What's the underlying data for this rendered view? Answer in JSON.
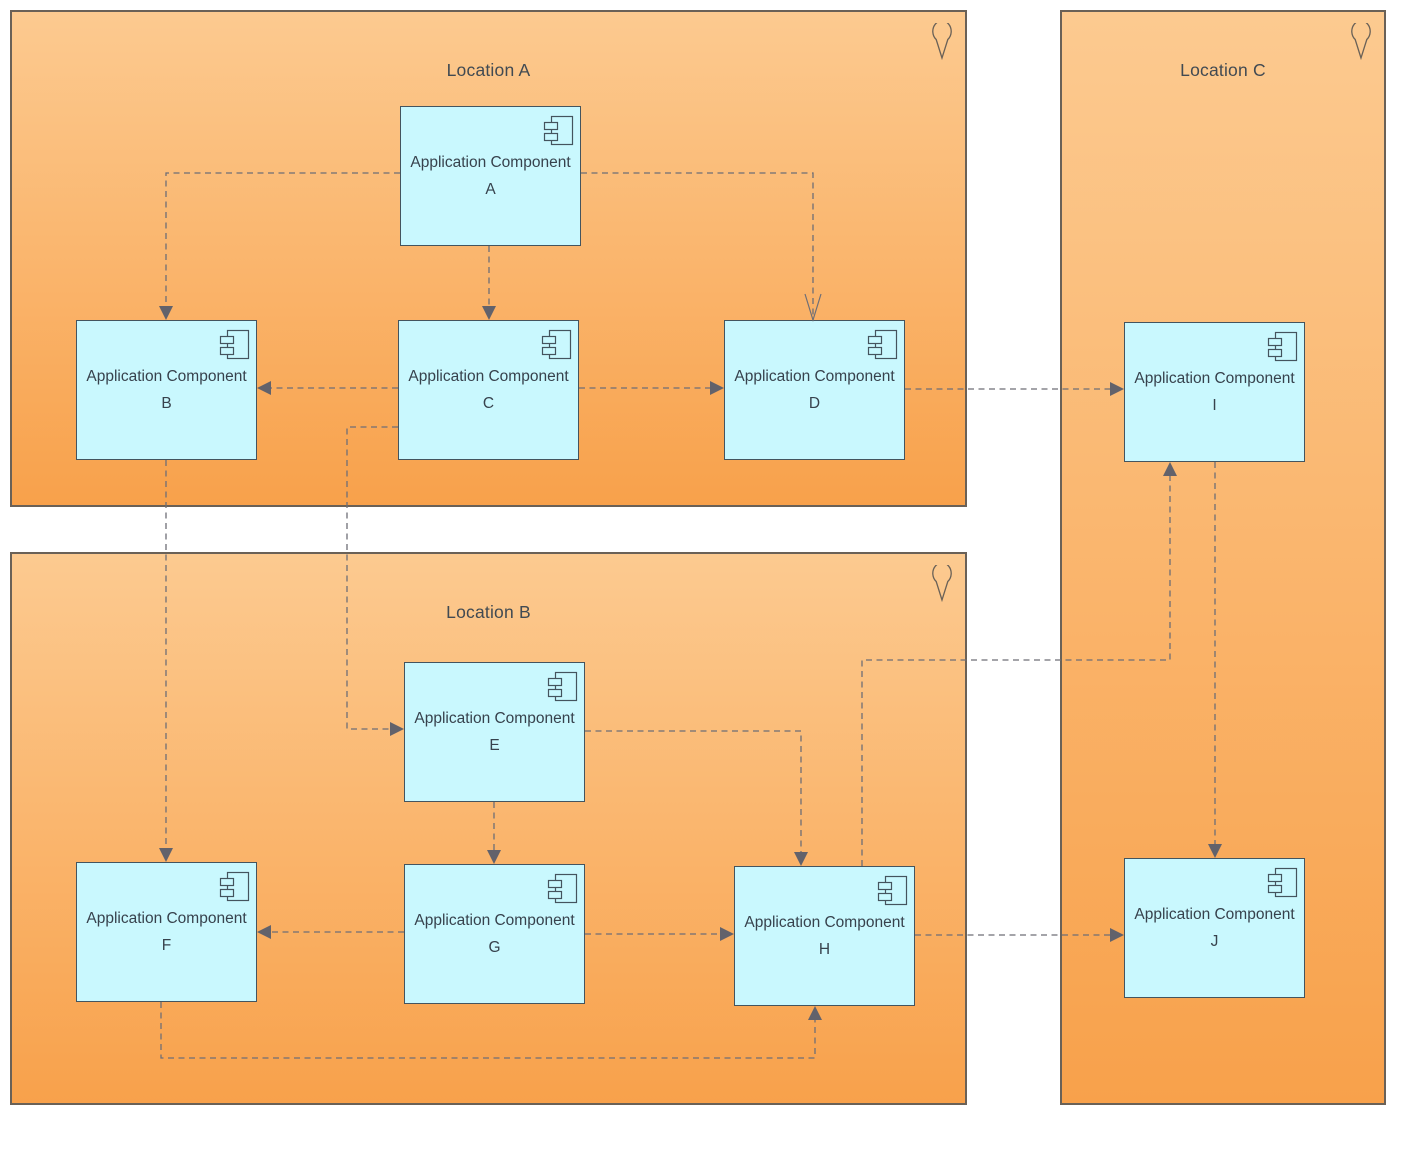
{
  "diagram": {
    "locations": [
      {
        "id": "loc-a",
        "name": "Location A"
      },
      {
        "id": "loc-b",
        "name": "Location B"
      },
      {
        "id": "loc-c",
        "name": "Location C"
      }
    ],
    "components": [
      {
        "id": "a",
        "name": "Application Component",
        "letter": "A",
        "location": "loc-a"
      },
      {
        "id": "b",
        "name": "Application Component",
        "letter": "B",
        "location": "loc-a"
      },
      {
        "id": "c",
        "name": "Application Component",
        "letter": "C",
        "location": "loc-a"
      },
      {
        "id": "d",
        "name": "Application Component",
        "letter": "D",
        "location": "loc-a"
      },
      {
        "id": "e",
        "name": "Application Component",
        "letter": "E",
        "location": "loc-b"
      },
      {
        "id": "f",
        "name": "Application Component",
        "letter": "F",
        "location": "loc-b"
      },
      {
        "id": "g",
        "name": "Application Component",
        "letter": "G",
        "location": "loc-b"
      },
      {
        "id": "h",
        "name": "Application Component",
        "letter": "H",
        "location": "loc-b"
      },
      {
        "id": "i",
        "name": "Application Component",
        "letter": "I",
        "location": "loc-c"
      },
      {
        "id": "j",
        "name": "Application Component",
        "letter": "J",
        "location": "loc-c"
      }
    ],
    "connections": [
      {
        "from": "a",
        "to": "b",
        "line": "dashed",
        "arrow": "filled"
      },
      {
        "from": "a",
        "to": "c",
        "line": "dashed",
        "arrow": "filled"
      },
      {
        "from": "a",
        "to": "d",
        "line": "dashed",
        "arrow": "open"
      },
      {
        "from": "c",
        "to": "b",
        "line": "dashed",
        "arrow": "filled"
      },
      {
        "from": "c",
        "to": "d",
        "line": "dashed",
        "arrow": "filled"
      },
      {
        "from": "d",
        "to": "i",
        "line": "dashed",
        "arrow": "filled"
      },
      {
        "from": "b",
        "to": "f",
        "line": "dashed",
        "arrow": "filled"
      },
      {
        "from": "c",
        "to": "e",
        "line": "dashed",
        "arrow": "filled"
      },
      {
        "from": "e",
        "to": "g",
        "line": "dashed",
        "arrow": "filled"
      },
      {
        "from": "e",
        "to": "h",
        "line": "dashed",
        "arrow": "filled"
      },
      {
        "from": "g",
        "to": "f",
        "line": "dashed",
        "arrow": "filled"
      },
      {
        "from": "g",
        "to": "h",
        "line": "dashed",
        "arrow": "filled"
      },
      {
        "from": "h",
        "to": "j",
        "line": "dashed",
        "arrow": "filled"
      },
      {
        "from": "f",
        "to": "h",
        "line": "dashed",
        "arrow": "filled"
      },
      {
        "from": "h",
        "to": "i",
        "line": "dashed",
        "arrow": "filled"
      },
      {
        "from": "i",
        "to": "j",
        "line": "dashed",
        "arrow": "filled"
      }
    ],
    "icons": {
      "location": "location-pin-icon",
      "component": "uml-component-icon"
    },
    "colors": {
      "location_fill_top": "#FCCA90",
      "location_fill_bottom": "#F8A14B",
      "location_border": "#6A6157",
      "component_fill": "#C9F8FE",
      "component_border": "#44545E",
      "connector_line": "#6E6E76",
      "arrowhead": "#62626B",
      "text": "#37424D"
    }
  }
}
